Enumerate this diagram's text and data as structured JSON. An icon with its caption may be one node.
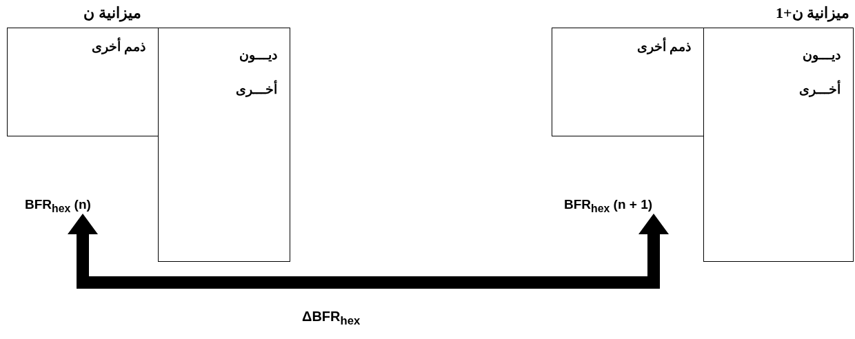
{
  "diagram": {
    "nodes": [
      {
        "text": [
          "ذمم أخرى"
        ]
      },
      {
        "text": [
          "ديـــون أخـــرى"
        ]
      },
      {
        "text": [
          "BFR$_{hex}$ (n)"
        ]
      },
      {
        "text": [
          "ذمم أخرى"
        ]
      },
      {
        "text": [
          "ديـــون أخـــرى"
        ]
      },
      {
        "text": [
          "BFR$_{hex}$ (n + 1)"
        ]
      }
    ],
    "edges": [
      {
        "from": 2,
        "to": 5,
        "arrow": "both",
        "style": "thick",
        "label": "ΔBFR$_{hex}$"
      }
    ],
    "labels": [
      "ميزانية ن",
      "ميزانية ن+1"
    ]
  }
}
